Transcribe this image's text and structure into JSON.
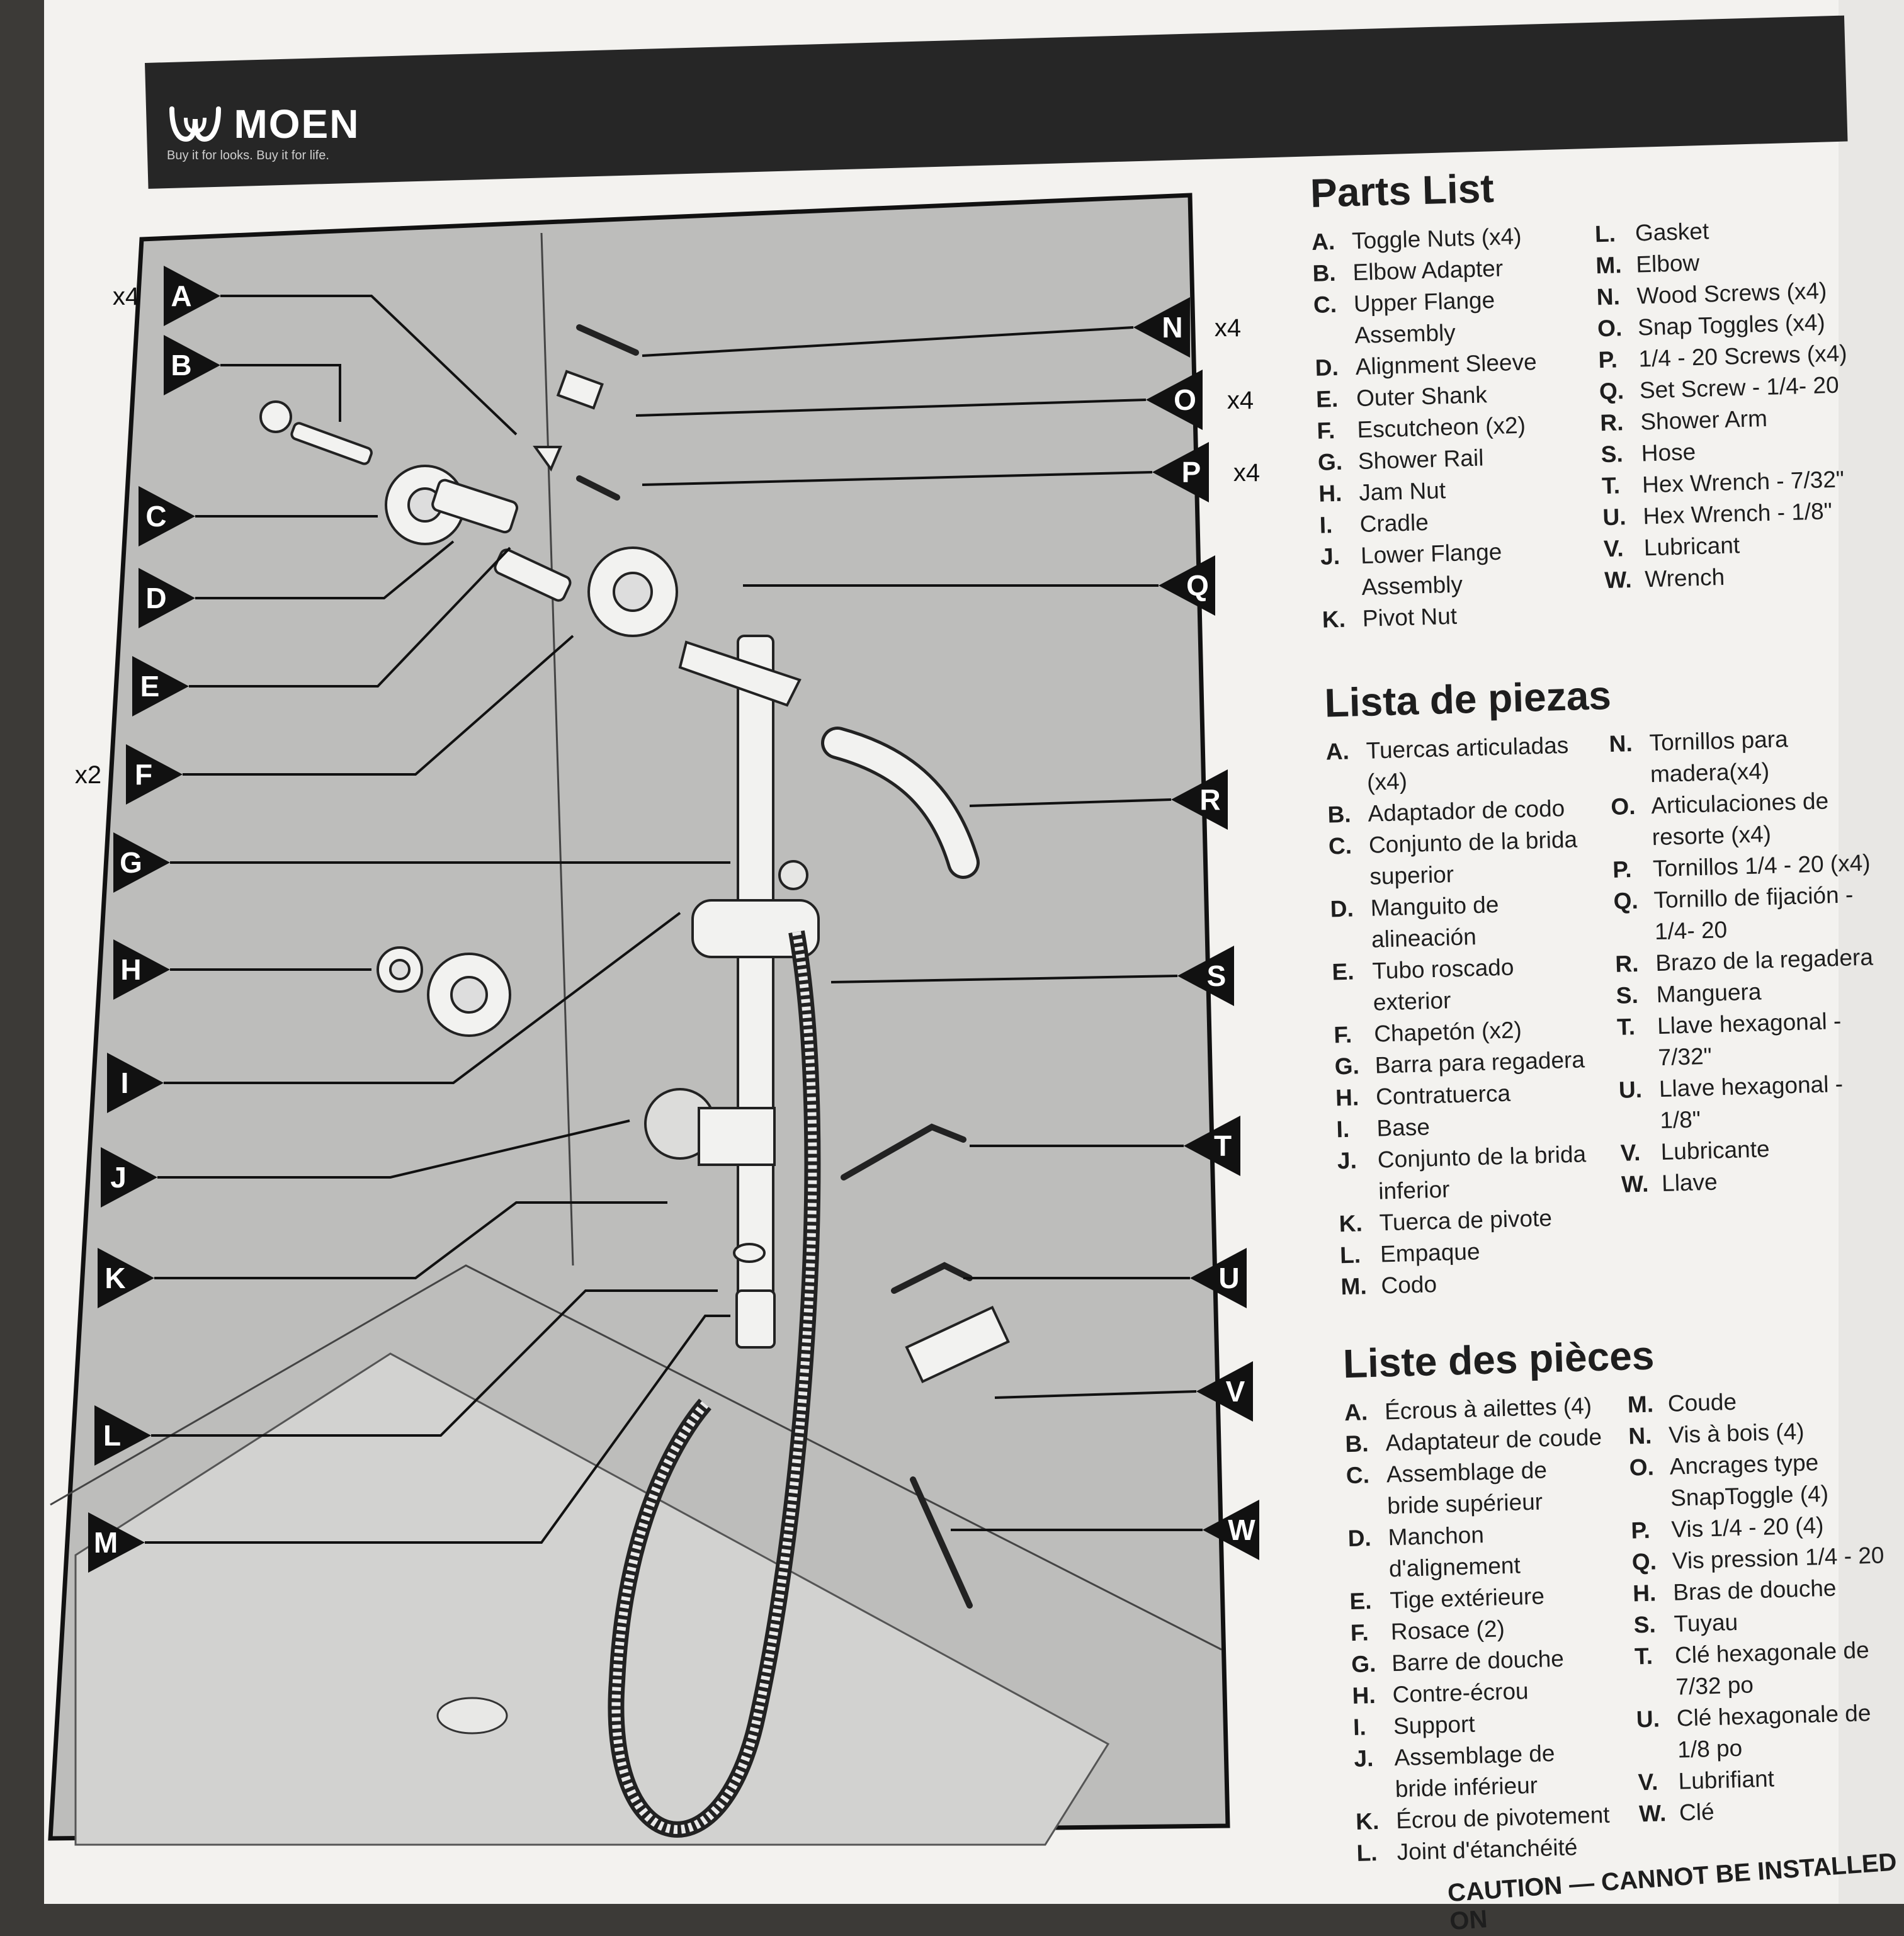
{
  "brand": {
    "name": "MOEN",
    "tagline": "Buy it for looks. Buy it for life.",
    "icon": "moen-logo"
  },
  "diagram": {
    "callouts": [
      {
        "letter": "A",
        "qty": "x4",
        "side": "left"
      },
      {
        "letter": "B",
        "qty": "",
        "side": "left"
      },
      {
        "letter": "C",
        "qty": "",
        "side": "left"
      },
      {
        "letter": "D",
        "qty": "",
        "side": "left"
      },
      {
        "letter": "E",
        "qty": "",
        "side": "left"
      },
      {
        "letter": "F",
        "qty": "x2",
        "side": "left"
      },
      {
        "letter": "G",
        "qty": "",
        "side": "left"
      },
      {
        "letter": "H",
        "qty": "",
        "side": "left"
      },
      {
        "letter": "I",
        "qty": "",
        "side": "left"
      },
      {
        "letter": "J",
        "qty": "",
        "side": "left"
      },
      {
        "letter": "K",
        "qty": "",
        "side": "left"
      },
      {
        "letter": "L",
        "qty": "",
        "side": "left"
      },
      {
        "letter": "M",
        "qty": "",
        "side": "left"
      },
      {
        "letter": "N",
        "qty": "x4",
        "side": "right"
      },
      {
        "letter": "O",
        "qty": "x4",
        "side": "right"
      },
      {
        "letter": "P",
        "qty": "x4",
        "side": "right"
      },
      {
        "letter": "Q",
        "qty": "",
        "side": "right"
      },
      {
        "letter": "R",
        "qty": "",
        "side": "right"
      },
      {
        "letter": "S",
        "qty": "",
        "side": "right"
      },
      {
        "letter": "T",
        "qty": "",
        "side": "right"
      },
      {
        "letter": "U",
        "qty": "",
        "side": "right"
      },
      {
        "letter": "V",
        "qty": "",
        "side": "right"
      },
      {
        "letter": "W",
        "qty": "",
        "side": "right"
      }
    ]
  },
  "parts_en": {
    "title": "Parts List",
    "col1": [
      {
        "l": "A.",
        "t": "Toggle Nuts (x4)"
      },
      {
        "l": "B.",
        "t": "Elbow Adapter"
      },
      {
        "l": "C.",
        "t": "Upper Flange Assembly"
      },
      {
        "l": "D.",
        "t": "Alignment Sleeve"
      },
      {
        "l": "E.",
        "t": "Outer Shank"
      },
      {
        "l": "F.",
        "t": "Escutcheon (x2)"
      },
      {
        "l": "G.",
        "t": "Shower Rail"
      },
      {
        "l": "H.",
        "t": "Jam Nut"
      },
      {
        "l": "I.",
        "t": "Cradle"
      },
      {
        "l": "J.",
        "t": "Lower Flange Assembly"
      },
      {
        "l": "K.",
        "t": "Pivot Nut"
      }
    ],
    "col2": [
      {
        "l": "L.",
        "t": "Gasket"
      },
      {
        "l": "M.",
        "t": "Elbow"
      },
      {
        "l": "N.",
        "t": "Wood Screws (x4)"
      },
      {
        "l": "O.",
        "t": "Snap Toggles (x4)"
      },
      {
        "l": "P.",
        "t": "1/4 - 20 Screws (x4)"
      },
      {
        "l": "Q.",
        "t": "Set Screw - 1/4- 20"
      },
      {
        "l": "R.",
        "t": "Shower Arm"
      },
      {
        "l": "S.",
        "t": "Hose"
      },
      {
        "l": "T.",
        "t": "Hex Wrench - 7/32\""
      },
      {
        "l": "U.",
        "t": "Hex Wrench - 1/8\""
      },
      {
        "l": "V.",
        "t": "Lubricant"
      },
      {
        "l": "W.",
        "t": "Wrench"
      }
    ]
  },
  "parts_es": {
    "title": "Lista de piezas",
    "col1": [
      {
        "l": "A.",
        "t": "Tuercas articuladas (x4)"
      },
      {
        "l": "B.",
        "t": "Adaptador de codo"
      },
      {
        "l": "C.",
        "t": "Conjunto de la brida superior"
      },
      {
        "l": "D.",
        "t": "Manguito de alineación"
      },
      {
        "l": "E.",
        "t": "Tubo roscado exterior"
      },
      {
        "l": "F.",
        "t": "Chapetón (x2)"
      },
      {
        "l": "G.",
        "t": "Barra para regadera"
      },
      {
        "l": "H.",
        "t": "Contratuerca"
      },
      {
        "l": "I.",
        "t": "Base"
      },
      {
        "l": "J.",
        "t": "Conjunto de la brida inferior"
      },
      {
        "l": "K.",
        "t": "Tuerca de pivote"
      },
      {
        "l": "L.",
        "t": "Empaque"
      },
      {
        "l": "M.",
        "t": "Codo"
      }
    ],
    "col2": [
      {
        "l": "N.",
        "t": "Tornillos para madera(x4)"
      },
      {
        "l": "O.",
        "t": "Articulaciones de resorte (x4)"
      },
      {
        "l": "P.",
        "t": "Tornillos 1/4 - 20 (x4)"
      },
      {
        "l": "Q.",
        "t": "Tornillo de fijación - 1/4- 20"
      },
      {
        "l": "R.",
        "t": "Brazo de la regadera"
      },
      {
        "l": "S.",
        "t": "Manguera"
      },
      {
        "l": "T.",
        "t": "Llave hexagonal - 7/32\""
      },
      {
        "l": "U.",
        "t": "Llave hexagonal - 1/8\""
      },
      {
        "l": "V.",
        "t": "Lubricante"
      },
      {
        "l": "W.",
        "t": "Llave"
      }
    ]
  },
  "parts_fr": {
    "title": "Liste des pièces",
    "col1": [
      {
        "l": "A.",
        "t": "Écrous à ailettes (4)"
      },
      {
        "l": "B.",
        "t": "Adaptateur de coude"
      },
      {
        "l": "C.",
        "t": "Assemblage de bride supérieur"
      },
      {
        "l": "D.",
        "t": "Manchon d'alignement"
      },
      {
        "l": "E.",
        "t": "Tige extérieure"
      },
      {
        "l": "F.",
        "t": "Rosace (2)"
      },
      {
        "l": "G.",
        "t": "Barre de douche"
      },
      {
        "l": "H.",
        "t": "Contre-écrou"
      },
      {
        "l": "I.",
        "t": "Support"
      },
      {
        "l": "J.",
        "t": "Assemblage de bride inférieur"
      },
      {
        "l": "K.",
        "t": "Écrou de pivotement"
      },
      {
        "l": "L.",
        "t": "Joint d'étanchéité"
      }
    ],
    "col2": [
      {
        "l": "M.",
        "t": "Coude"
      },
      {
        "l": "N.",
        "t": "Vis à bois (4)"
      },
      {
        "l": "O.",
        "t": "Ancrages type SnapToggle (4)"
      },
      {
        "l": "P.",
        "t": "Vis 1/4 - 20 (4)"
      },
      {
        "l": "Q.",
        "t": "Vis pression 1/4 - 20"
      },
      {
        "l": "H.",
        "t": "Bras de douche"
      },
      {
        "l": "S.",
        "t": "Tuyau"
      },
      {
        "l": "T.",
        "t": "Clé hexagonale de 7/32 po"
      },
      {
        "l": "U.",
        "t": "Clé hexagonale de 1/8 po"
      },
      {
        "l": "V.",
        "t": "Lubrifiant"
      },
      {
        "l": "W.",
        "t": "Clé"
      }
    ]
  },
  "footer": {
    "text": "CAUTION — CANNOT BE INSTALLED ON"
  }
}
